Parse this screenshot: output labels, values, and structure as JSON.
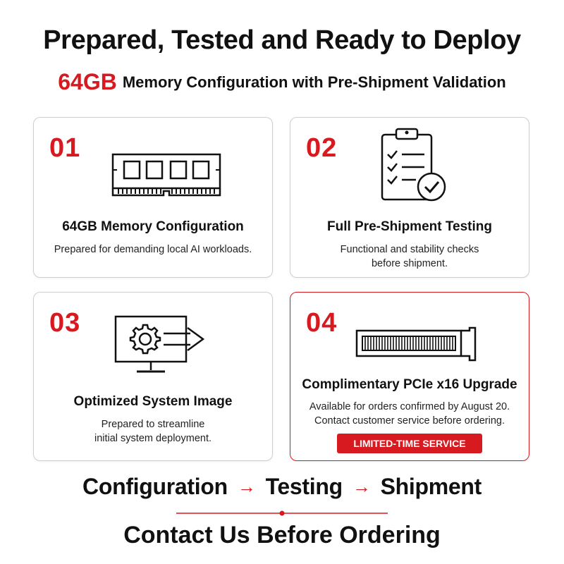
{
  "header": {
    "title": "Prepared, Tested and Ready to Deploy",
    "subtitle_accent": "64GB",
    "subtitle_rest": "Memory Configuration with Pre-Shipment Validation"
  },
  "cards": [
    {
      "number": "01",
      "icon": "memory-module-icon",
      "title": "64GB Memory Configuration",
      "desc": [
        "Prepared for demanding local AI workloads."
      ]
    },
    {
      "number": "02",
      "icon": "checklist-clipboard-icon",
      "title": "Full Pre-Shipment Testing",
      "desc": [
        "Functional and stability checks",
        "before shipment."
      ]
    },
    {
      "number": "03",
      "icon": "monitor-gear-arrow-icon",
      "title": "Optimized System Image",
      "desc": [
        "Prepared to streamline",
        "initial system deployment."
      ]
    },
    {
      "number": "04",
      "icon": "pcie-slot-icon",
      "title": "Complimentary PCIe x16 Upgrade",
      "desc": [
        "Available for orders confirmed by August 20.",
        "Contact customer service before ordering."
      ],
      "badge": "LIMITED-TIME SERVICE"
    }
  ],
  "flow": {
    "step1": "Configuration",
    "step2": "Testing",
    "step3": "Shipment",
    "arrow": "→"
  },
  "cta": "Contact Us Before Ordering",
  "colors": {
    "accent": "#d71920",
    "text": "#111111",
    "border": "#cfcfcf"
  }
}
